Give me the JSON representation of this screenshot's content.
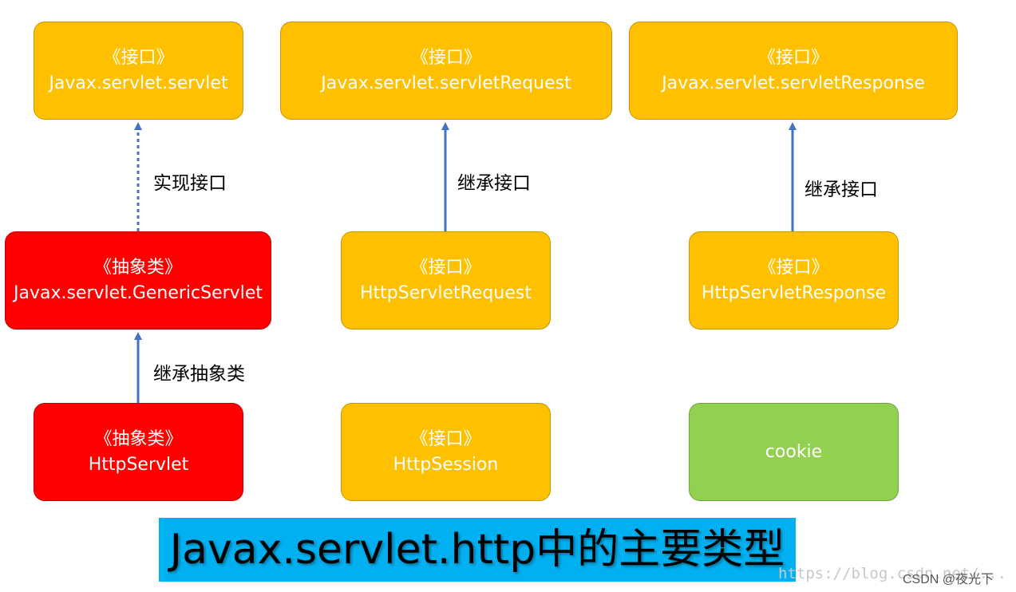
{
  "nodes": {
    "servlet": {
      "kind": "《接口》",
      "name": "Javax.servlet.servlet"
    },
    "servlet_request": {
      "kind": "《接口》",
      "name": "Javax.servlet.servletRequest"
    },
    "servlet_response": {
      "kind": "《接口》",
      "name": "Javax.servlet.servletResponse"
    },
    "generic_servlet": {
      "kind": "《抽象类》",
      "name": "Javax.servlet.GenericServlet"
    },
    "http_servlet_request": {
      "kind": "《接口》",
      "name": "HttpServletRequest"
    },
    "http_servlet_response": {
      "kind": "《接口》",
      "name": "HttpServletResponse"
    },
    "http_servlet": {
      "kind": "《抽象类》",
      "name": "HttpServlet"
    },
    "http_session": {
      "kind": "《接口》",
      "name": "HttpSession"
    },
    "cookie": {
      "name": "cookie"
    }
  },
  "edges": {
    "implements_label": "实现接口",
    "extends_request_label": "继承接口",
    "extends_response_label": "继承接口",
    "extends_abstract_label": "继承抽象类"
  },
  "banner": {
    "title": "Javax.servlet.http中的主要类型"
  },
  "watermark": {
    "url": "https://blog.csdn.net/...",
    "author": "CSDN @夜光下"
  },
  "colors": {
    "interface": "#ffc000",
    "abstract_class": "#ff0000",
    "class": "#92d050",
    "arrow": "#4472c4",
    "banner": "#00b0f0"
  }
}
